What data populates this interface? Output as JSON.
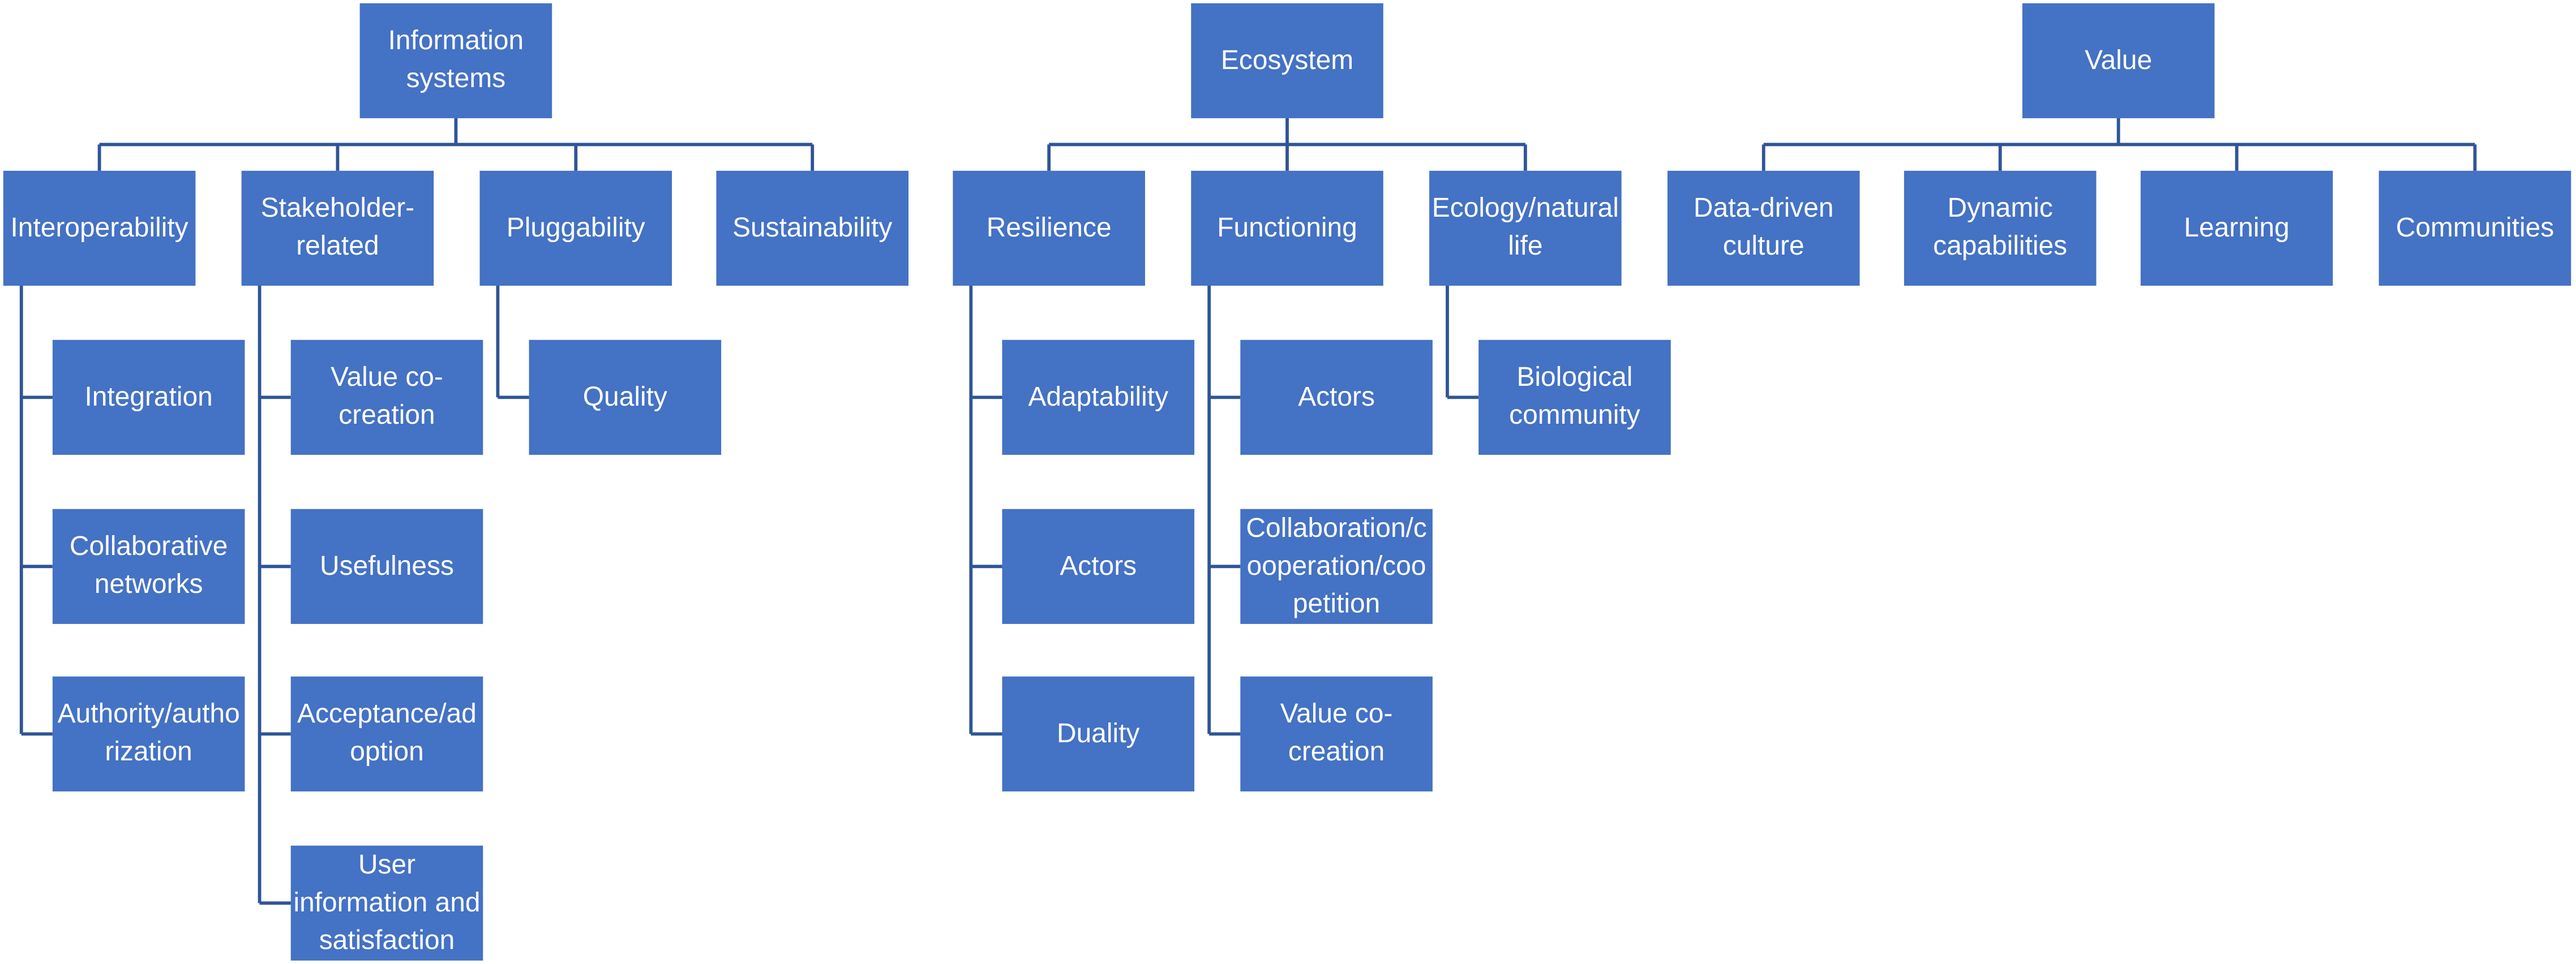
{
  "diagram": {
    "box_color": "#4472C4",
    "line_color": "#2F5597",
    "text_color": "#FFFFFF",
    "trees": [
      {
        "root": "Information systems",
        "categories": [
          {
            "label": "Interoperability",
            "children": [
              "Integration",
              "Collaborative networks",
              "Authority/authorization"
            ]
          },
          {
            "label": "Stakeholder-related",
            "children": [
              "Value co-creation",
              "Usefulness",
              "Acceptance/adoption",
              "User information and satisfaction"
            ]
          },
          {
            "label": "Pluggability",
            "children": [
              "Quality"
            ]
          },
          {
            "label": "Sustainability",
            "children": []
          }
        ]
      },
      {
        "root": "Ecosystem",
        "categories": [
          {
            "label": "Resilience",
            "children": [
              "Adaptability",
              "Actors",
              "Duality"
            ]
          },
          {
            "label": "Functioning",
            "children": [
              "Actors",
              "Collaboration/cooperation/coopetition",
              "Value co-creation"
            ]
          },
          {
            "label": "Ecology/natural life",
            "children": [
              "Biological community"
            ]
          }
        ]
      },
      {
        "root": "Value",
        "categories": [
          {
            "label": "Data-driven culture",
            "children": []
          },
          {
            "label": "Dynamic capabilities",
            "children": []
          },
          {
            "label": "Learning",
            "children": []
          },
          {
            "label": "Communities",
            "children": []
          }
        ]
      }
    ]
  }
}
